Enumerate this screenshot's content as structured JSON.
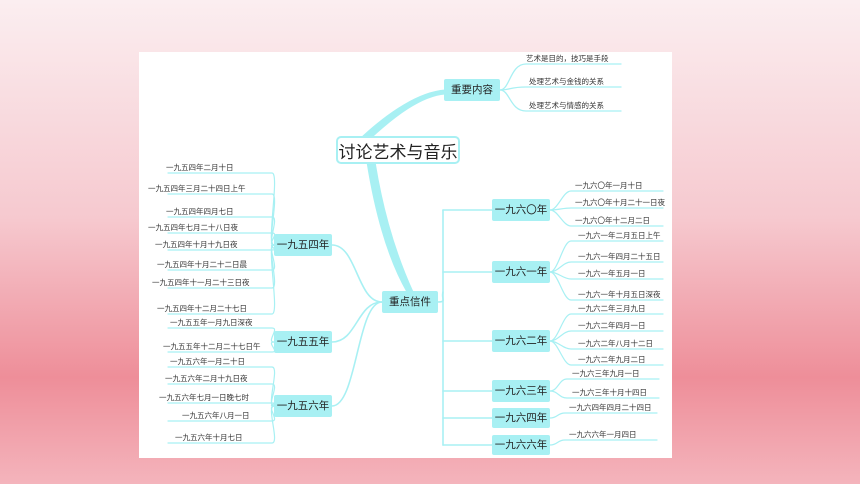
{
  "root": "讨论艺术与音乐",
  "branches": {
    "content": {
      "label": "重要内容",
      "items": [
        "艺术是目的，技巧是手段",
        "处理艺术与金钱的关系",
        "处理艺术与情感的关系"
      ]
    },
    "letters": {
      "label": "重点信件",
      "y1954": {
        "label": "一九五四年",
        "items": [
          "一九五四年二月十日",
          "一九五四年三月二十四日上午",
          "一九五四年四月七日",
          "一九五四年七月二十八日夜",
          "一九五四年十月十九日夜",
          "一九五四年十月二十二日晨",
          "一九五四年十一月二十三日夜",
          "一九五四年十二月二十七日"
        ]
      },
      "y1955": {
        "label": "一九五五年",
        "items": [
          "一九五五年一月九日深夜",
          "一九五五年十二月二十七日午"
        ]
      },
      "y1956": {
        "label": "一九五六年",
        "items": [
          "一九五六年一月二十日",
          "一九五六年二月十九日夜",
          "一九五六年七月一日晚七时",
          "一九五六年八月一日",
          "一九五六年十月七日"
        ]
      },
      "y1960": {
        "label": "一九六〇年",
        "items": [
          "一九六〇年一月十日",
          "一九六〇年十月二十一日夜",
          "一九六〇年十二月二日"
        ]
      },
      "y1961": {
        "label": "一九六一年",
        "items": [
          "一九六一年二月五日上午",
          "一九六一年四月二十五日",
          "一九六一年五月一日",
          "一九六一年十月五日深夜"
        ]
      },
      "y1962": {
        "label": "一九六二年",
        "items": [
          "一九六二年三月九日",
          "一九六二年四月一日",
          "一九六二年八月十二日",
          "一九六二年九月二日"
        ]
      },
      "y1963": {
        "label": "一九六三年",
        "items": [
          "一九六三年九月一日",
          "一九六三年十月十四日"
        ]
      },
      "y1964": {
        "label": "一九六四年",
        "items": [
          "一九六四年四月二十四日"
        ]
      },
      "y1966": {
        "label": "一九六六年",
        "items": [
          "一九六六年一月四日"
        ]
      }
    }
  },
  "colors": {
    "node": "#a8f0f3",
    "line": "#a8f0f3"
  }
}
